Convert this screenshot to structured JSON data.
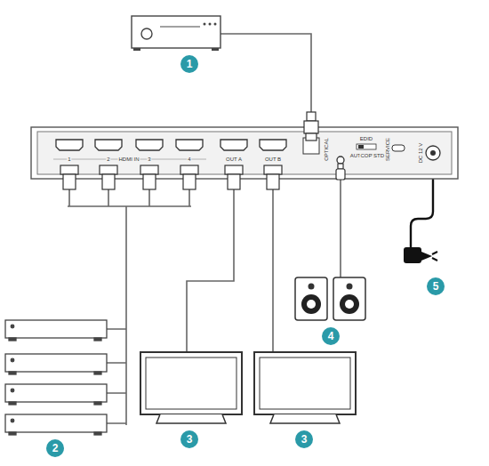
{
  "diagram": {
    "labels": [
      "1",
      "2",
      "HDMI IN",
      "3",
      "4",
      "OUT A",
      "OUT B",
      "OPTICAL",
      "EDID",
      "AUTO",
      "COPY",
      "STD",
      "SERVICE",
      "DC 12 V",
      "1",
      "2",
      "3",
      "3",
      "4",
      "5"
    ]
  }
}
